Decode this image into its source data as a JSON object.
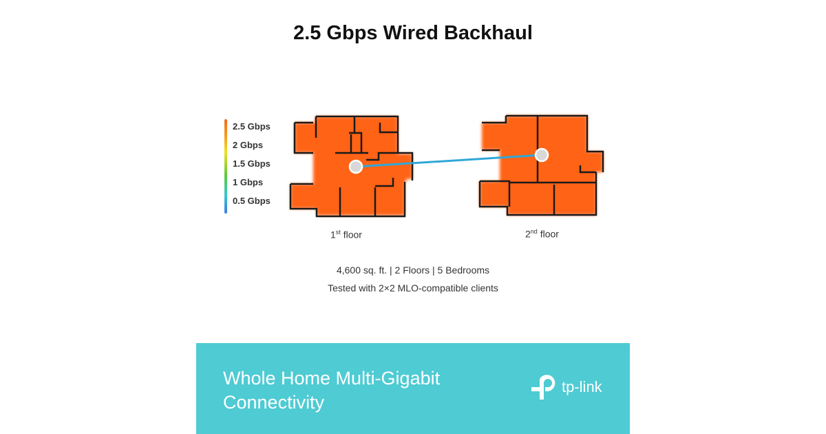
{
  "title": "2.5 Gbps Wired Backhaul",
  "legend": [
    "2.5 Gbps",
    "2 Gbps",
    "1.5 Gbps",
    "1 Gbps",
    "0.5 Gbps"
  ],
  "floors": [
    {
      "num": "1",
      "sup": "st",
      "label": " floor"
    },
    {
      "num": "2",
      "sup": "nd",
      "label": " floor"
    }
  ],
  "info": {
    "line1": "4,600 sq. ft. | 2 Floors | 5 Bedrooms",
    "line2": "Tested with 2×2 MLO-compatible clients"
  },
  "banner": {
    "line1": "Whole Home Multi-Gigabit",
    "line2": "Connectivity",
    "brand": "tp-link"
  },
  "colors": {
    "heat": "#ff6418",
    "banner": "#4ecbd3",
    "link": "#2ea8d8"
  }
}
